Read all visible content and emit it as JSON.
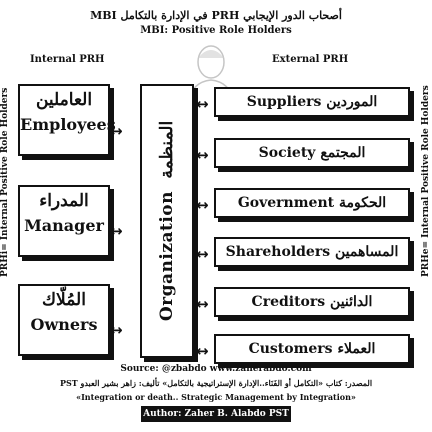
{
  "title": {
    "arabic": "أصحاب الدور الإيجابي PRH في الإدارة بالتكامل MBI",
    "english": "MBI: Positive Role Holders"
  },
  "columns": {
    "internal": "Internal PRH",
    "external": "External PRH"
  },
  "side_labels": {
    "left": "PRHi= Internal Positive Role Holders",
    "right": "PRHe= Internal Positive Role Holders"
  },
  "internal_boxes": [
    {
      "arabic": "العاملين",
      "english": "Employees"
    },
    {
      "arabic": "المدراء",
      "english": "Manager"
    },
    {
      "arabic": "المُلّاك",
      "english": "Owners"
    }
  ],
  "center": {
    "english": "Organization",
    "arabic": "المنظمة"
  },
  "external_boxes": [
    {
      "english": "Suppliers",
      "arabic": "الموردين"
    },
    {
      "english": "Society",
      "arabic": "المجتمع"
    },
    {
      "english": "Government",
      "arabic": "الحكومة"
    },
    {
      "english": "Shareholders",
      "arabic": "المساهمين"
    },
    {
      "english": "Creditors",
      "arabic": "الدائنين"
    },
    {
      "english": "Customers",
      "arabic": "العملاء"
    }
  ],
  "arrow_glyph": "↔",
  "footer": {
    "source": "Source: @zbabdo www.zaherabdo.com",
    "reference_ar": "المصدر: كتاب «التكامل أو الفَنَاء..الإدارة الإستراتيجية بالتكامل» تأليف: زاهر بشير العبدو PST",
    "reference_en": "«Integration or death.. Strategic Management by Integration»",
    "author": "Author: Zaher B. Alabdo PST"
  }
}
